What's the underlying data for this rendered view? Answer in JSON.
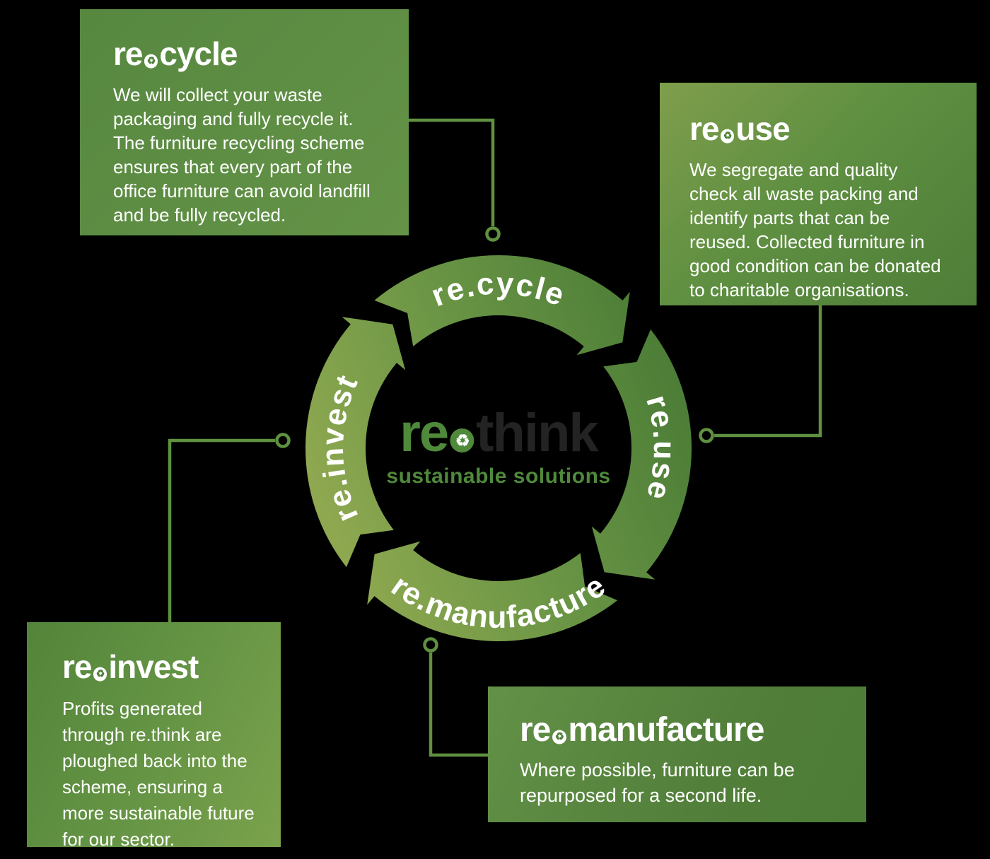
{
  "logo": {
    "re": "re",
    "think": "think",
    "tagline": "sustainable solutions",
    "symbol": "♻"
  },
  "ring": {
    "labels": {
      "top": "re.cycle",
      "right": "re.use",
      "bottom": "re.manufacture",
      "left": "re.invest"
    }
  },
  "cards": {
    "recycle": {
      "re": "re",
      "rest": "cycle",
      "body": "We will collect your waste\npackaging and fully recycle it.\nThe furniture recycling scheme\nensures that every part of the\noffice furniture can avoid landfill\nand be fully recycled."
    },
    "reuse": {
      "re": "re",
      "rest": "use",
      "body": "We segregate and quality\ncheck all waste packing and\nidentify parts that can be\nreused. Collected furniture in\ngood condition can be donated\nto charitable organisations."
    },
    "reinvest": {
      "re": "re",
      "rest": "invest",
      "body": "Profits generated\nthrough re.think are\nploughed back into the\nscheme, ensuring a\nmore sustainable future\nfor our sector."
    },
    "remanufacture": {
      "re": "re",
      "rest": "manufacture",
      "body": "Where possible, furniture can be\nrepurposed for a second life."
    }
  },
  "colors": {
    "background": "#000000",
    "box_green": "#588940",
    "box_green_dark": "#4e7e38",
    "box_green_light": "#7f9e4c",
    "ring_light": "#92aa51",
    "ring_dark": "#4b7c36",
    "connector": "#5f9140",
    "logo_green": "#4e8a3a",
    "logo_think_dark": "#232323",
    "text": "#ffffff"
  }
}
